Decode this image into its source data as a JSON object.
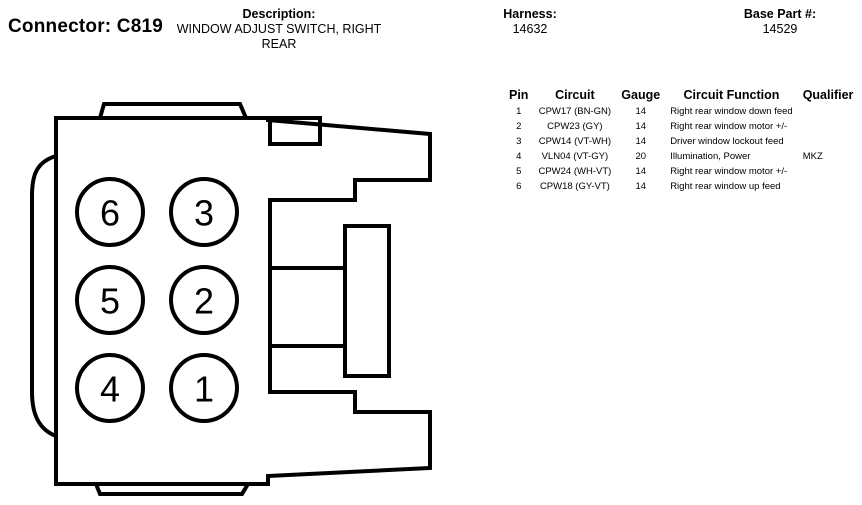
{
  "connector": {
    "label": "Connector: C819"
  },
  "description": {
    "label": "Description:",
    "value": "WINDOW ADJUST SWITCH, RIGHT REAR"
  },
  "harness": {
    "label": "Harness:",
    "value": "14632"
  },
  "base_part": {
    "label": "Base Part #:",
    "value": "14529"
  },
  "pin_table": {
    "headers": [
      "Pin",
      "Circuit",
      "Gauge",
      "Circuit Function",
      "Qualifier"
    ],
    "rows": [
      {
        "pin": "1",
        "circuit": "CPW17 (BN-GN)",
        "gauge": "14",
        "function": "Right rear window down feed",
        "qualifier": ""
      },
      {
        "pin": "2",
        "circuit": "CPW23 (GY)",
        "gauge": "14",
        "function": "Right rear window motor +/-",
        "qualifier": ""
      },
      {
        "pin": "3",
        "circuit": "CPW14 (VT-WH)",
        "gauge": "14",
        "function": "Driver window lockout feed",
        "qualifier": ""
      },
      {
        "pin": "4",
        "circuit": "VLN04 (VT-GY)",
        "gauge": "20",
        "function": "Illumination, Power",
        "qualifier": "MKZ"
      },
      {
        "pin": "5",
        "circuit": "CPW24 (WH-VT)",
        "gauge": "14",
        "function": "Right rear window motor +/-",
        "qualifier": ""
      },
      {
        "pin": "6",
        "circuit": "CPW18 (GY-VT)",
        "gauge": "14",
        "function": "Right rear window up feed",
        "qualifier": ""
      }
    ]
  },
  "diagram": {
    "pins": [
      {
        "number": "6"
      },
      {
        "number": "3"
      },
      {
        "number": "5"
      },
      {
        "number": "2"
      },
      {
        "number": "4"
      },
      {
        "number": "1"
      }
    ]
  }
}
